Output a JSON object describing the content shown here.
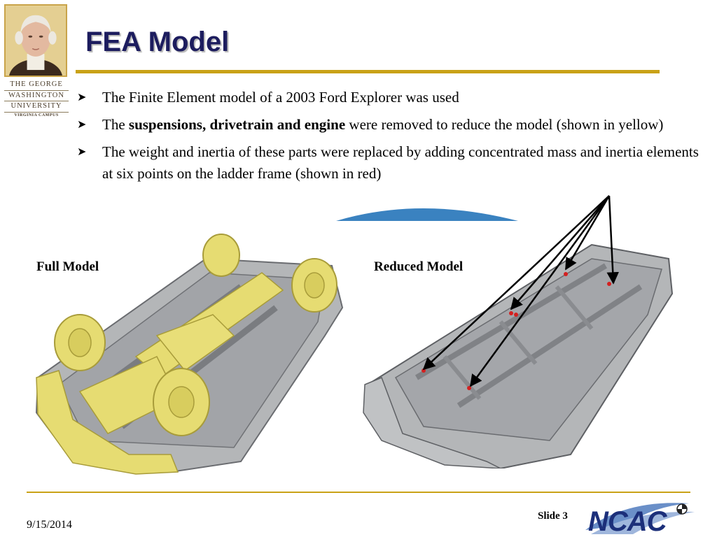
{
  "logo": {
    "lines": [
      "THE GEORGE",
      "WASHINGTON",
      "UNIVERSITY"
    ],
    "campus": "VIRGINIA CAMPUS"
  },
  "title": "FEA Model",
  "bullets": [
    {
      "text": "The Finite Element model of a 2003 Ford Explorer was used"
    },
    {
      "pre": "The ",
      "bold": "suspensions, drivetrain and engine",
      "post": " were removed to reduce the model (shown in yellow)"
    },
    {
      "text": "The weight and inertia of these parts were replaced by adding concentrated mass and inertia elements at six points on the ladder frame (shown in red)"
    }
  ],
  "figures": {
    "full_label": "Full Model",
    "reduced_label": "Reduced Model"
  },
  "colors": {
    "title": "#1c1c5e",
    "rule": "#c9a217",
    "highlight_yellow": "#e6dc72",
    "mass_point_red": "#d42020",
    "body_gray": "#b4b6b8",
    "ncac_blue": "#1c2f7a"
  },
  "footer": {
    "date": "9/15/2014",
    "slide": "Slide 3",
    "logo_text": "NCAC"
  }
}
